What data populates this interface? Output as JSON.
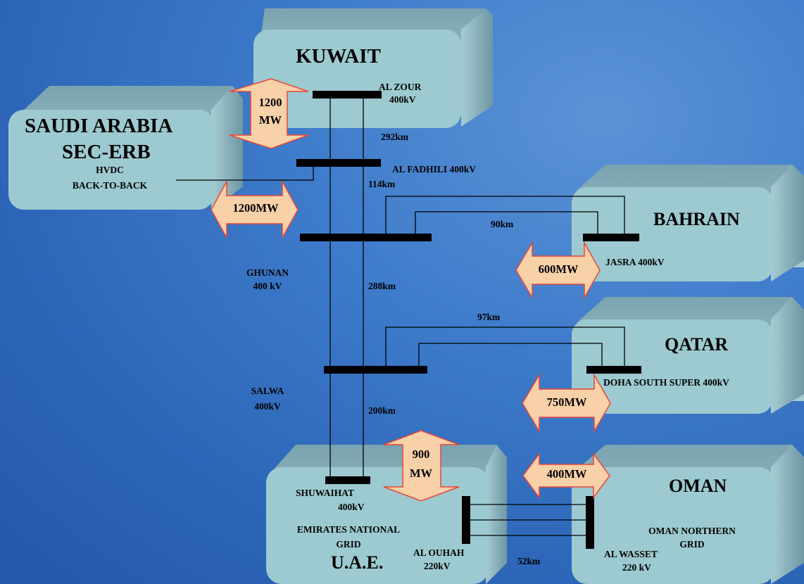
{
  "regions": {
    "kuwait": "KUWAIT",
    "saudi_line1": "SAUDI ARABIA",
    "saudi_line2": "SEC-ERB",
    "bahrain": "BAHRAIN",
    "qatar": "QATAR",
    "oman": "OMAN",
    "uae": "U.A.E."
  },
  "substations": {
    "al_zour_name": "AL ZOUR",
    "al_zour_kv": "400kV",
    "al_fadhili": "AL FADHILI 400kV",
    "ghunan_name": "GHUNAN",
    "ghunan_kv": "400 kV",
    "salwa_name": "SALWA",
    "salwa_kv": "400kV",
    "shuwaihat_name": "SHUWAIHAT",
    "shuwaihat_kv": "400kV",
    "jasra": "JASRA 400kV",
    "doha_south": "DOHA SOUTH SUPER 400kV",
    "al_ouhah_name": "AL OUHAH",
    "al_ouhah_kv": "220kV",
    "al_wasset_name": "AL WASSET",
    "al_wasset_kv": "220 kV"
  },
  "notes": {
    "hvdc_line1": "HVDC",
    "hvdc_line2": "BACK-TO-BACK",
    "eng_line1": "EMIRATES NATIONAL",
    "eng_line2": "GRID",
    "ong_line1": "OMAN NORTHERN",
    "ong_line2": "GRID"
  },
  "distances": {
    "d292": "292km",
    "d114": "114km",
    "d90": "90km",
    "d288": "288km",
    "d97": "97km",
    "d200": "200km",
    "d52": "52km"
  },
  "capacities": {
    "kuwait_line1": "1200",
    "kuwait_line2": "MW",
    "saudi": "1200MW",
    "bahrain": "600MW",
    "qatar": "750MW",
    "uae_line1": "900",
    "uae_line2": "MW",
    "oman": "400MW"
  },
  "colors": {
    "box_face": "#9ccad0",
    "box_side": "#8fb8bf",
    "arrow_fill": "#f9d1a8",
    "arrow_stroke": "#e8453a",
    "bus": "#000000"
  }
}
